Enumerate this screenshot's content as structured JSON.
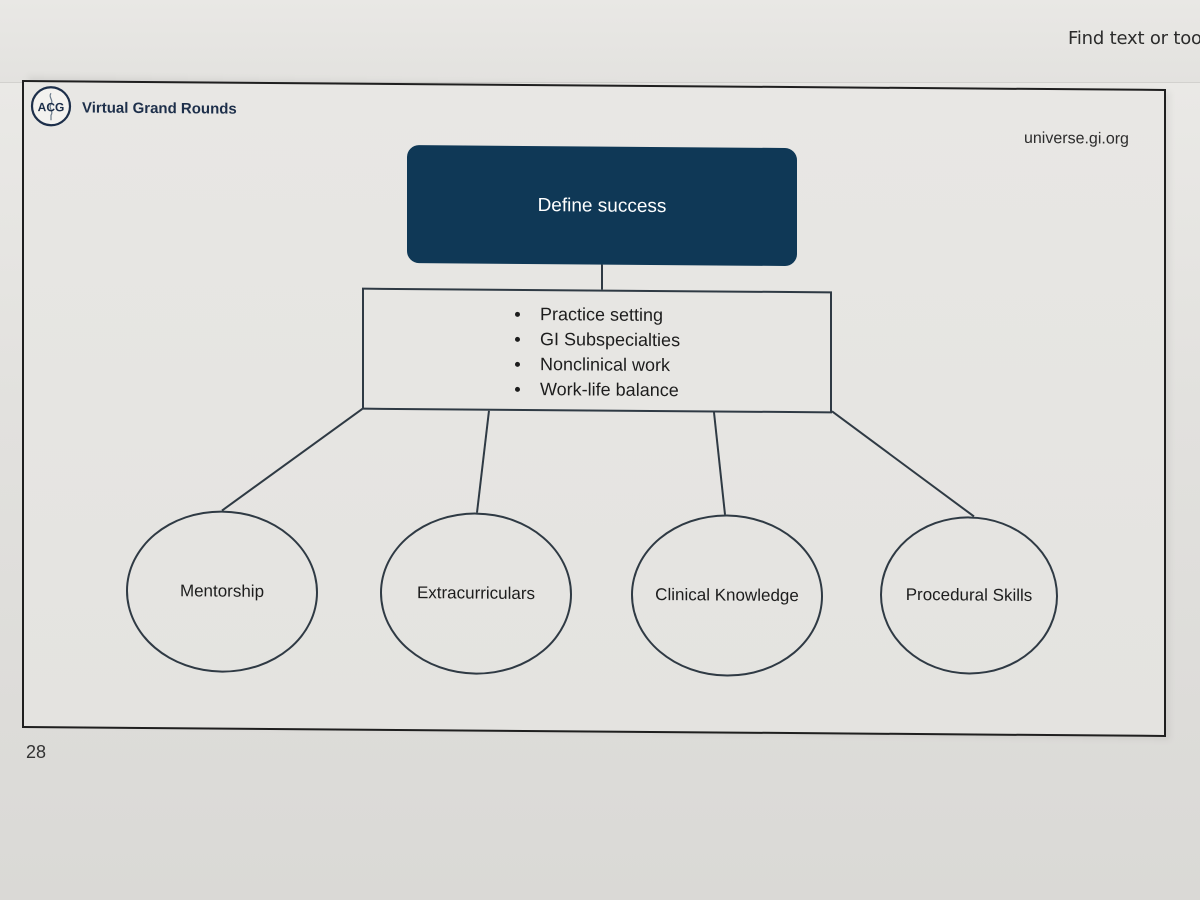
{
  "toolbar": {
    "find_label": "Find text or tool"
  },
  "slide": {
    "logo_text": "ACG",
    "event_title": "Virtual Grand Rounds",
    "website": "universe.gi.org",
    "page_number": "28"
  },
  "diagram": {
    "root_label": "Define success",
    "bullets": [
      "Practice setting",
      "GI Subspecialties",
      "Nonclinical work",
      "Work-life balance"
    ],
    "branches": [
      "Mentorship",
      "Extracurriculars",
      "Clinical Knowledge",
      "Procedural Skills"
    ]
  },
  "colors": {
    "root_box": "#0f3856",
    "logo_navy": "#1d2f4a",
    "line": "#2f3a44"
  }
}
